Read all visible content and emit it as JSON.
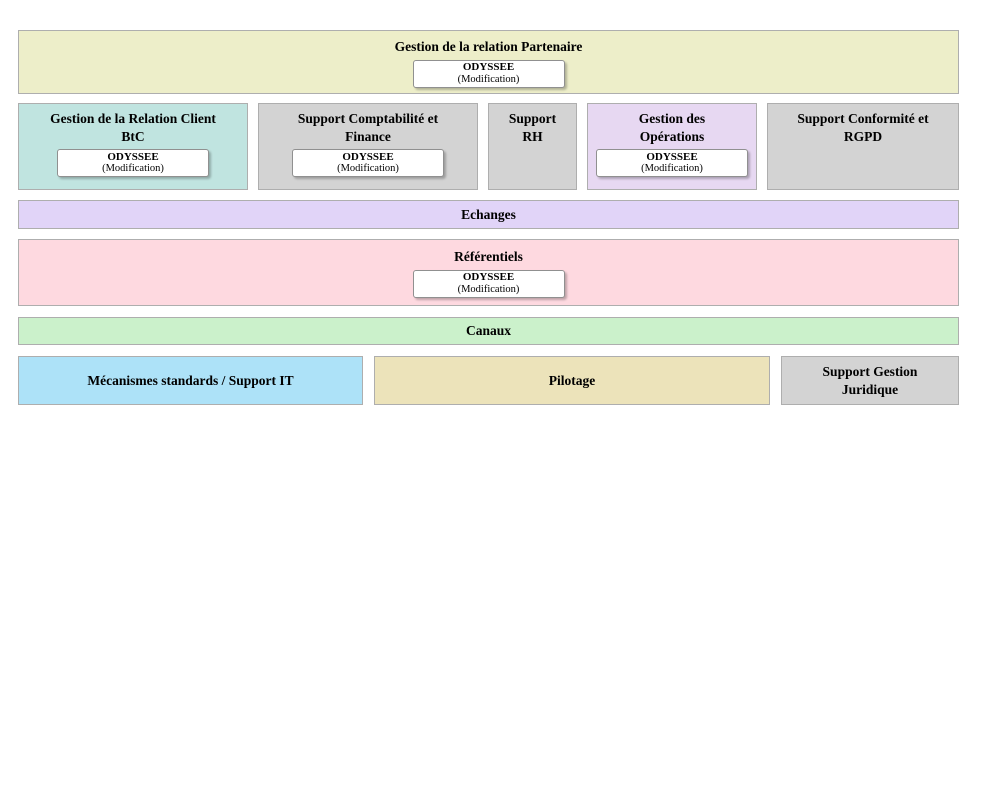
{
  "diagram": {
    "row1": {
      "title": "Gestion de la relation Partenaire",
      "app_name": "ODYSSEE",
      "app_status": "(Modification)",
      "color": "#edeec9"
    },
    "row2": [
      {
        "title": "Gestion de la Relation Client\nBtC",
        "app_name": "ODYSSEE",
        "app_status": "(Modification)",
        "color": "#c0e4e0"
      },
      {
        "title": "Support Comptabilité et\nFinance",
        "app_name": "ODYSSEE",
        "app_status": "(Modification)",
        "color": "#d3d3d3"
      },
      {
        "title": "Support\nRH",
        "color": "#d3d3d3"
      },
      {
        "title": "Gestion des\nOpérations",
        "app_name": "ODYSSEE",
        "app_status": "(Modification)",
        "color": "#e7d8f2"
      },
      {
        "title": "Support Conformité et\nRGPD",
        "color": "#d3d3d3"
      }
    ],
    "row3": {
      "title": "Echanges",
      "color": "#e1d4f8"
    },
    "row4": {
      "title": "Référentiels",
      "app_name": "ODYSSEE",
      "app_status": "(Modification)",
      "color": "#fed9e0"
    },
    "row5": {
      "title": "Canaux",
      "color": "#cbf1cb"
    },
    "row6": [
      {
        "title": "Mécanismes standards / Support IT",
        "color": "#ade2f8"
      },
      {
        "title": "Pilotage",
        "color": "#ece3ba"
      },
      {
        "title": "Support Gestion\nJuridique",
        "color": "#d3d3d3"
      }
    ]
  }
}
